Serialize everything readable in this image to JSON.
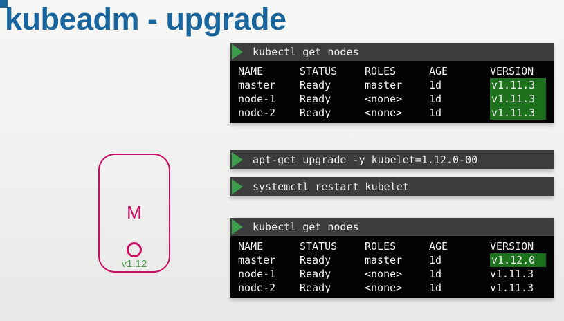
{
  "title": {
    "text": "kubeadm - upgrade",
    "color": "#19669f"
  },
  "diagram": {
    "label": "M",
    "version": "v1.12",
    "border_color": "#c61066",
    "version_color": "#3f9a41"
  },
  "terminal_top": {
    "command": "kubectl get nodes",
    "columns": [
      "NAME",
      "STATUS",
      "ROLES",
      "AGE",
      "VERSION"
    ],
    "rows": [
      {
        "name": "master",
        "status": "Ready",
        "roles": "master",
        "age": "1d",
        "version": "v1.11.3",
        "highlighted": true
      },
      {
        "name": "node-1",
        "status": "Ready",
        "roles": "<none>",
        "age": "1d",
        "version": "v1.11.3",
        "highlighted": true
      },
      {
        "name": "node-2",
        "status": "Ready",
        "roles": "<none>",
        "age": "1d",
        "version": "v1.11.3",
        "highlighted": true
      }
    ]
  },
  "commands": [
    {
      "text": "apt-get upgrade -y kubelet=1.12.0-00"
    },
    {
      "text": "systemctl restart kubelet"
    }
  ],
  "terminal_bottom": {
    "command": "kubectl get nodes",
    "columns": [
      "NAME",
      "STATUS",
      "ROLES",
      "AGE",
      "VERSION"
    ],
    "rows": [
      {
        "name": "master",
        "status": "Ready",
        "roles": "master",
        "age": "1d",
        "version": "v1.12.0",
        "highlighted": true
      },
      {
        "name": "node-1",
        "status": "Ready",
        "roles": "<none>",
        "age": "1d",
        "version": "v1.11.3",
        "highlighted": false
      },
      {
        "name": "node-2",
        "status": "Ready",
        "roles": "<none>",
        "age": "1d",
        "version": "v1.11.3",
        "highlighted": false
      }
    ]
  },
  "colors": {
    "title_blue": "#19669f",
    "bar_gray": "#3d3d3d",
    "terminal_black": "#020202",
    "play_green": "#3c9d4a",
    "highlight_green": "#1d711d",
    "node_magenta": "#c61066",
    "version_green": "#3f9a41"
  }
}
